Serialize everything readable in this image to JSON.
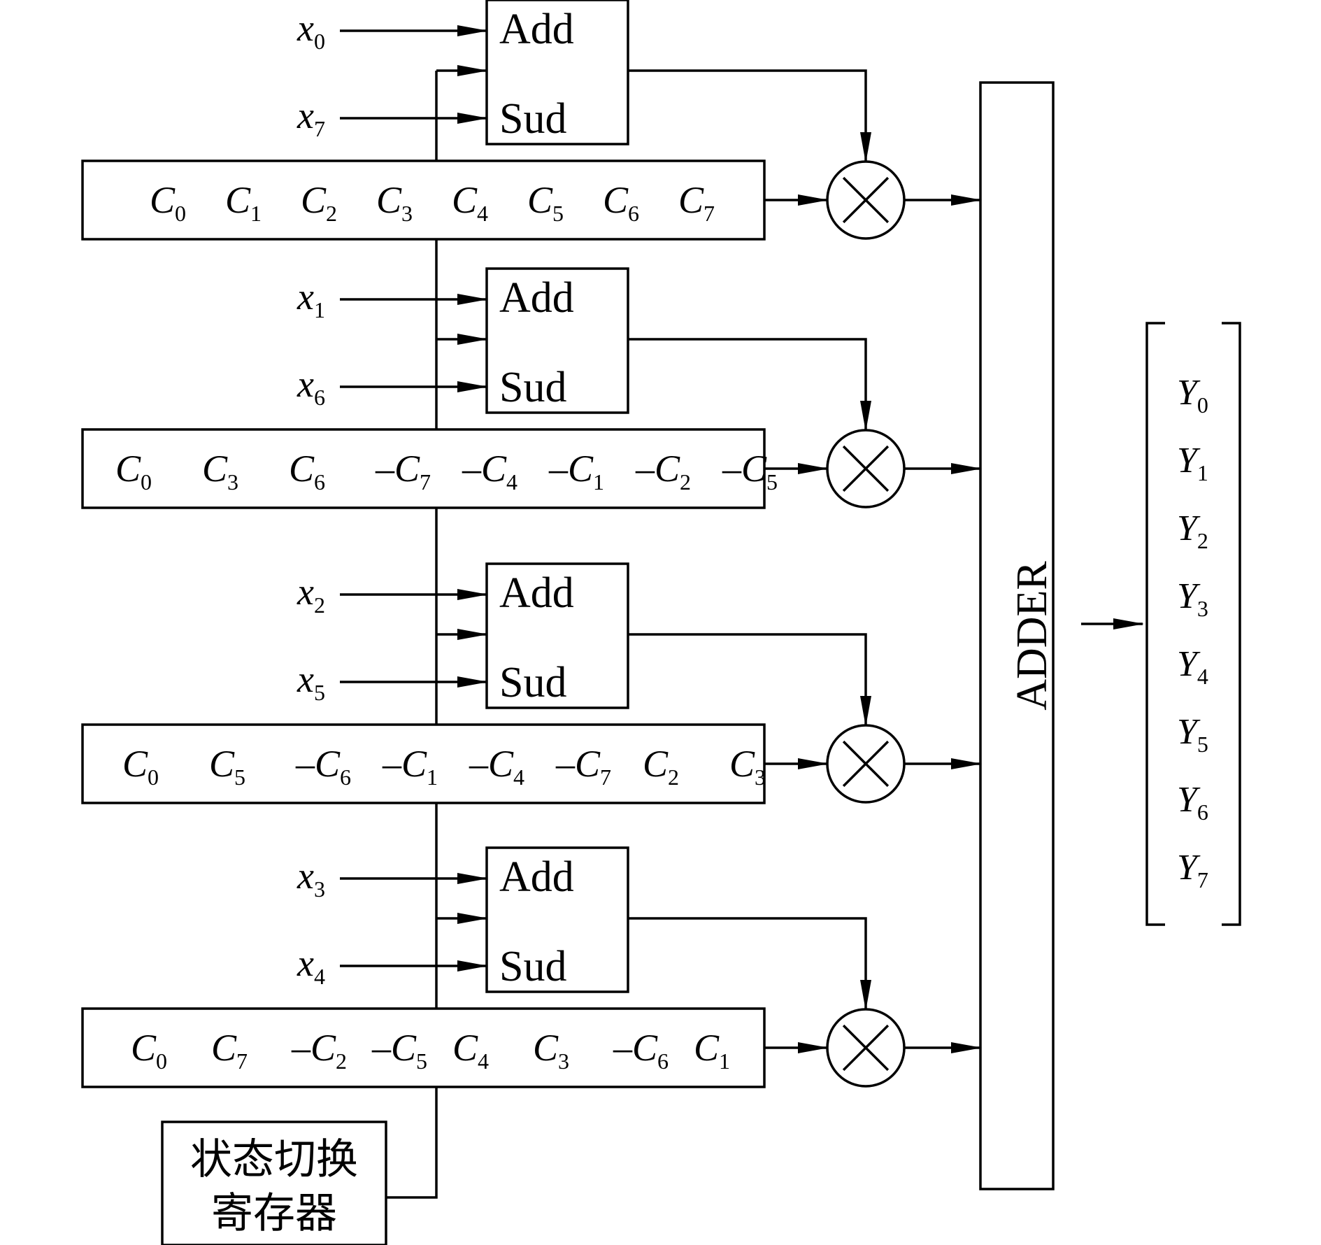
{
  "groups": [
    {
      "inputs": [
        {
          "symbol": "x",
          "sub": "0"
        },
        {
          "symbol": "x",
          "sub": "7"
        }
      ],
      "ports": {
        "add": "Add",
        "sub": "Sud"
      },
      "coefficients": [
        {
          "sign": "",
          "symbol": "C",
          "sub": "0"
        },
        {
          "sign": "",
          "symbol": "C",
          "sub": "1"
        },
        {
          "sign": "",
          "symbol": "C",
          "sub": "2"
        },
        {
          "sign": "",
          "symbol": "C",
          "sub": "3"
        },
        {
          "sign": "",
          "symbol": "C",
          "sub": "4"
        },
        {
          "sign": "",
          "symbol": "C",
          "sub": "5"
        },
        {
          "sign": "",
          "symbol": "C",
          "sub": "6"
        },
        {
          "sign": "",
          "symbol": "C",
          "sub": "7"
        }
      ]
    },
    {
      "inputs": [
        {
          "symbol": "x",
          "sub": "1"
        },
        {
          "symbol": "x",
          "sub": "6"
        }
      ],
      "ports": {
        "add": "Add",
        "sub": "Sud"
      },
      "coefficients": [
        {
          "sign": "",
          "symbol": "C",
          "sub": "0"
        },
        {
          "sign": "",
          "symbol": "C",
          "sub": "3"
        },
        {
          "sign": "",
          "symbol": "C",
          "sub": "6"
        },
        {
          "sign": "–",
          "symbol": "C",
          "sub": "7"
        },
        {
          "sign": "–",
          "symbol": "C",
          "sub": "4"
        },
        {
          "sign": "–",
          "symbol": "C",
          "sub": "1"
        },
        {
          "sign": "–",
          "symbol": "C",
          "sub": "2"
        },
        {
          "sign": "–",
          "symbol": "C",
          "sub": "5"
        }
      ]
    },
    {
      "inputs": [
        {
          "symbol": "x",
          "sub": "2"
        },
        {
          "symbol": "x",
          "sub": "5"
        }
      ],
      "ports": {
        "add": "Add",
        "sub": "Sud"
      },
      "coefficients": [
        {
          "sign": "",
          "symbol": "C",
          "sub": "0"
        },
        {
          "sign": "",
          "symbol": "C",
          "sub": "5"
        },
        {
          "sign": "–",
          "symbol": "C",
          "sub": "6"
        },
        {
          "sign": "–",
          "symbol": "C",
          "sub": "1"
        },
        {
          "sign": "–",
          "symbol": "C",
          "sub": "4"
        },
        {
          "sign": "–",
          "symbol": "C",
          "sub": "7"
        },
        {
          "sign": "",
          "symbol": "C",
          "sub": "2"
        },
        {
          "sign": "",
          "symbol": "C",
          "sub": "3"
        }
      ]
    },
    {
      "inputs": [
        {
          "symbol": "x",
          "sub": "3"
        },
        {
          "symbol": "x",
          "sub": "4"
        }
      ],
      "ports": {
        "add": "Add",
        "sub": "Sud"
      },
      "coefficients": [
        {
          "sign": "",
          "symbol": "C",
          "sub": "0"
        },
        {
          "sign": "",
          "symbol": "C",
          "sub": "7"
        },
        {
          "sign": "–",
          "symbol": "C",
          "sub": "2"
        },
        {
          "sign": "–",
          "symbol": "C",
          "sub": "5"
        },
        {
          "sign": "",
          "symbol": "C",
          "sub": "4"
        },
        {
          "sign": "",
          "symbol": "C",
          "sub": "3"
        },
        {
          "sign": "–",
          "symbol": "C",
          "sub": "6"
        },
        {
          "sign": "",
          "symbol": "C",
          "sub": "1"
        }
      ]
    }
  ],
  "adder_label": "ADDER",
  "outputs": [
    {
      "symbol": "Y",
      "sub": "0"
    },
    {
      "symbol": "Y",
      "sub": "1"
    },
    {
      "symbol": "Y",
      "sub": "2"
    },
    {
      "symbol": "Y",
      "sub": "3"
    },
    {
      "symbol": "Y",
      "sub": "4"
    },
    {
      "symbol": "Y",
      "sub": "5"
    },
    {
      "symbol": "Y",
      "sub": "6"
    },
    {
      "symbol": "Y",
      "sub": "7"
    }
  ],
  "state_register": {
    "line1": "状态切换",
    "line2": "寄存器"
  },
  "multiplier_icon": "circled-times-icon"
}
